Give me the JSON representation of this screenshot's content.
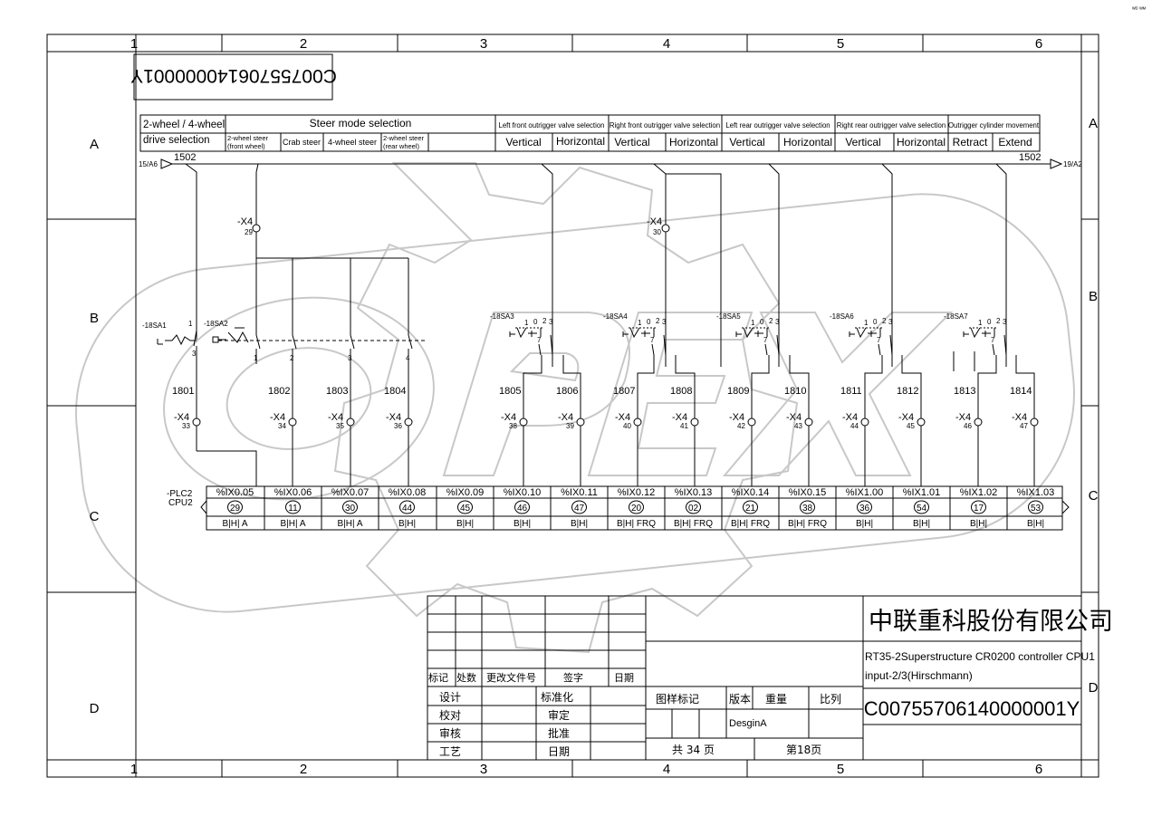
{
  "frame": {
    "cols": [
      "1",
      "2",
      "3",
      "4",
      "5",
      "6"
    ],
    "rows": [
      "A",
      "B",
      "C",
      "D"
    ]
  },
  "top_code": "C00755706140000001Y",
  "corner_mark": "ᵂᴰ ᵂᴹ",
  "header": {
    "group1": [
      "2-wheel / 4-wheel",
      "drive selection"
    ],
    "steer_title": "Steer mode selection",
    "steer_items": [
      [
        "2-wheel steer",
        "(front wheel)"
      ],
      [
        "Crab steer"
      ],
      [
        "4-wheel steer"
      ],
      [
        "2-wheel steer",
        "(rear wheel)"
      ]
    ],
    "groups": [
      {
        "title": "Left front outrigger valve selection",
        "a": "Vertical",
        "b": "Horizontal"
      },
      {
        "title": "Right front outrigger valve selection",
        "a": "Vertical",
        "b": "Horizontal"
      },
      {
        "title": "Left rear outrigger valve selection",
        "a": "Vertical",
        "b": "Horizontal"
      },
      {
        "title": "Right rear outrigger valve selection",
        "a": "Vertical",
        "b": "Horizontal"
      },
      {
        "title": "Outrigger cylinder movement",
        "a": "Retract",
        "b": "Extend"
      }
    ]
  },
  "bus": {
    "left_ref": "15/A6",
    "left_num": "1502",
    "right_num": "1502",
    "right_ref": "19/A2"
  },
  "terminals": {
    "x4_29": {
      "name": "-X4",
      "num": "29"
    },
    "x4_30": {
      "name": "-X4",
      "num": "30"
    }
  },
  "switches": [
    "-18SA1",
    "-18SA2",
    "-18SA3",
    "-18SA4",
    "-18SA5",
    "-18SA6",
    "-18SA7"
  ],
  "switch_digits": {
    "a": "1",
    "b": "0",
    "c": "2",
    "d": "3",
    "e": "4",
    "f": "7"
  },
  "channels": [
    {
      "wire": "1801",
      "term": "33",
      "addr": "%IX0.05",
      "pin": "29",
      "mode": "B|H| A"
    },
    {
      "wire": "1802",
      "term": "34",
      "addr": "%IX0.06",
      "pin": "11",
      "mode": "B|H| A"
    },
    {
      "wire": "1803",
      "term": "35",
      "addr": "%IX0.07",
      "pin": "30",
      "mode": "B|H| A"
    },
    {
      "wire": "1804",
      "term": "36",
      "addr": "%IX0.08",
      "pin": "44",
      "mode": "B|H|"
    },
    {
      "wire": "",
      "term": "",
      "addr": "%IX0.09",
      "pin": "45",
      "mode": "B|H|"
    },
    {
      "wire": "1805",
      "term": "38",
      "addr": "%IX0.10",
      "pin": "46",
      "mode": "B|H|"
    },
    {
      "wire": "1806",
      "term": "39",
      "addr": "%IX0.11",
      "pin": "47",
      "mode": "B|H|"
    },
    {
      "wire": "1807",
      "term": "40",
      "addr": "%IX0.12",
      "pin": "20",
      "mode": "B|H| FRQ"
    },
    {
      "wire": "1808",
      "term": "41",
      "addr": "%IX0.13",
      "pin": "02",
      "mode": "B|H| FRQ"
    },
    {
      "wire": "1809",
      "term": "42",
      "addr": "%IX0.14",
      "pin": "21",
      "mode": "B|H| FRQ"
    },
    {
      "wire": "1810",
      "term": "43",
      "addr": "%IX0.15",
      "pin": "38",
      "mode": "B|H| FRQ"
    },
    {
      "wire": "1811",
      "term": "44",
      "addr": "%IX1.00",
      "pin": "36",
      "mode": "B|H|"
    },
    {
      "wire": "1812",
      "term": "45",
      "addr": "%IX1.01",
      "pin": "54",
      "mode": "B|H|"
    },
    {
      "wire": "1813",
      "term": "46",
      "addr": "%IX1.02",
      "pin": "17",
      "mode": "B|H|"
    },
    {
      "wire": "1814",
      "term": "47",
      "addr": "%IX1.03",
      "pin": "53",
      "mode": "B|H|"
    }
  ],
  "terminal_prefix": "-X4",
  "plc": {
    "label1": "-PLC2",
    "label2": "CPU2"
  },
  "watermark": "OPEX",
  "title_block": {
    "company": "中联重科股份有限公司",
    "desc1": "RT35-2Superstructure CR0200 controller CPU1",
    "desc2": "input-2/3(Hirschmann)",
    "code": "C00755706140000001Y",
    "rev_headers": [
      "标记",
      "处数",
      "更改文件号",
      "签字",
      "日期"
    ],
    "roles_left": [
      "设计",
      "校对",
      "审核",
      "工艺"
    ],
    "roles_right": [
      "标准化",
      "审定",
      "批准",
      "日期"
    ],
    "meta_headers": [
      "图样标记",
      "版本",
      "重量",
      "比列"
    ],
    "version": "DesginA",
    "total_pages": "共 34 页",
    "page_no": "第18页"
  }
}
